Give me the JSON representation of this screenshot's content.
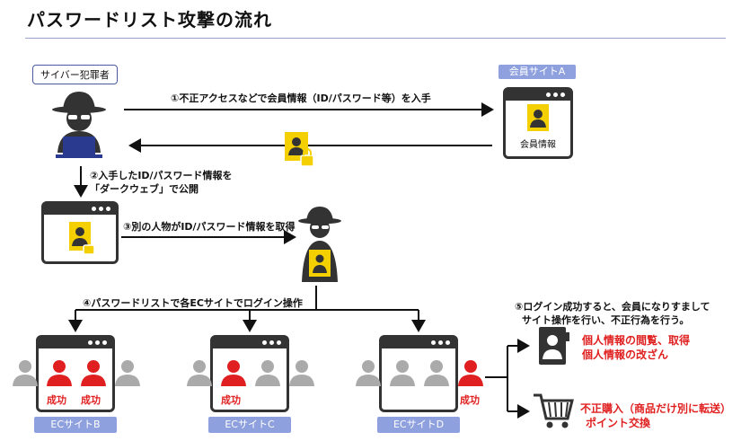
{
  "title": "パスワードリスト攻撃の流れ",
  "actors": {
    "attacker": "サイバー犯罪者",
    "site_a": "会員サイトA",
    "member_info": "会員情報"
  },
  "steps": {
    "s1": "①不正アクセスなどで会員情報（ID/パスワード等）を入手",
    "s2_line1": "②入手したID/パスワード情報を",
    "s2_line2": "「ダークウェブ」で公開",
    "s3": "③別の人物がID/パスワード情報を取得",
    "s4": "④パスワードリストで各ECサイトでログイン操作",
    "s5_line1": "⑤ログイン成功すると、会員になりすまして",
    "s5_line2": "サイト操作を行い、不正行為を行う。"
  },
  "sites": [
    "ECサイトB",
    "ECサイトC",
    "ECサイトD"
  ],
  "success": "成功",
  "outcomes": {
    "info_line1": "個人情報の閲覧、取得",
    "info_line2": "個人情報の改ざん",
    "buy_line1": "不正購入（商品だけ別に転送）",
    "buy_line2": "ポイント交換"
  },
  "colors": {
    "accent_red": "#e02020",
    "chip_blue": "#8fa0de",
    "file_yellow": "#f5d000",
    "dark": "#333333"
  }
}
